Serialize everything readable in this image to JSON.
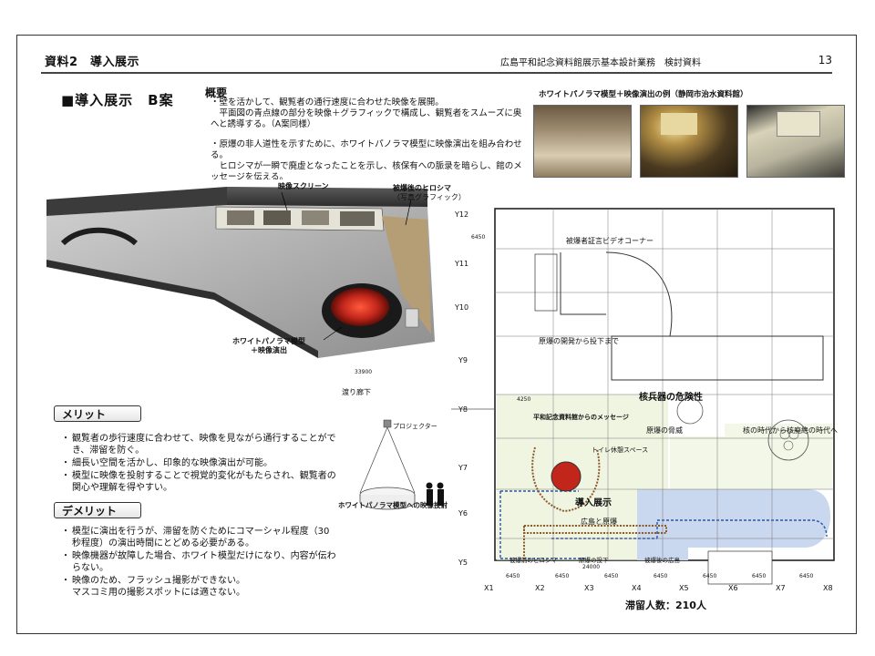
{
  "header": {
    "left": "資料2　導入展示",
    "right": "広島平和記念資料館展示基本設計業務　検討資料",
    "page": "13"
  },
  "title": "■導入展示　B案",
  "overview": {
    "heading": "概要",
    "p1": "・壁を活かして、観覧者の通行速度に合わせた映像を展開。\n　平面図の青点線の部分を映像＋グラフィックで構成し、観覧者をスムーズに奥へと誘導する。（A案同様）",
    "p2": "・原爆の非人道性を示すために、ホワイトパノラマ模型に映像演出を組み合わせる。\n　ヒロシマが一瞬で廃虚となったことを示し、核保有への脈录を暗らし、館のメッセージを伝える。"
  },
  "photos": {
    "caption": "ホワイトパノラマ模型＋映像演出の例（静岡市治水資料館）"
  },
  "render_labels": {
    "screen": "映像スクリーン",
    "hiroshima": "被爆後のヒロシマ",
    "hiroshima_sub": "（写真グラフィック）",
    "panorama": "ホワイトパノラマ模型",
    "panorama_sub": "＋映像演出"
  },
  "merit": {
    "label": "メリット",
    "items": [
      "観覧者の歩行速度に合わせて、映像を見ながら通行することができ、滞留を防ぐ。",
      "細長い空間を活かし、印象的な映像演出が可能。",
      "模型に映像を投射することで視覚的変化がもたらされ、観覧者の関心や理解を得やすい。"
    ]
  },
  "demerit": {
    "label": "デメリット",
    "items": [
      "模型に演出を行うが、滞留を防ぐためにコマーシャル程度（30秒程度）の演出時間にとどめる必要がある。",
      "映像機器が故障した場合、ホワイト模型だけになり、内容が伝わらない。",
      "映像のため、フラッシュ撮影ができない。\nマスコミ用の撮影スポットには適さない。"
    ]
  },
  "projection": {
    "projector": "プロジェクター",
    "caption": "ホワイトパノラマ模型への映像投射"
  },
  "plan": {
    "corridor": "渡り廊下",
    "corridor_dim": "33900",
    "witness": "被爆者証言ビデオコーナー",
    "dev": "原爆の開発から投下まで",
    "danger": "核兵器の危険性",
    "threat": "原爆の脅威",
    "era": "核の時代から核廃絶の時代へ",
    "intro": "導入展示",
    "hiro": "広島と原爆",
    "msg": "平和記念資料館からのメッセージ",
    "toilet": "トイレ休憩スペース",
    "before": "被爆前のヒロシマ",
    "after": "原爆の投下",
    "now": "被爆後の広島",
    "dim_4250": "4250",
    "y_labels": [
      "Y12",
      "Y11",
      "Y10",
      "Y9",
      "Y8",
      "Y7",
      "Y6",
      "Y5"
    ],
    "x_labels": [
      "X1",
      "X2",
      "X3",
      "X4",
      "X5",
      "X6",
      "X7",
      "X8"
    ],
    "spans": [
      "6450",
      "6450",
      "6450",
      "6450",
      "6450",
      "6450",
      "6450"
    ],
    "y_span": "6450",
    "bottom_span": "24000",
    "capacity": "滞留人数：210人"
  },
  "colors": {
    "accent_blue": "#2b55a8",
    "room_fill": "#e6efcf",
    "blue_fill": "#c9d7ef",
    "red_model": "#c2261b"
  }
}
